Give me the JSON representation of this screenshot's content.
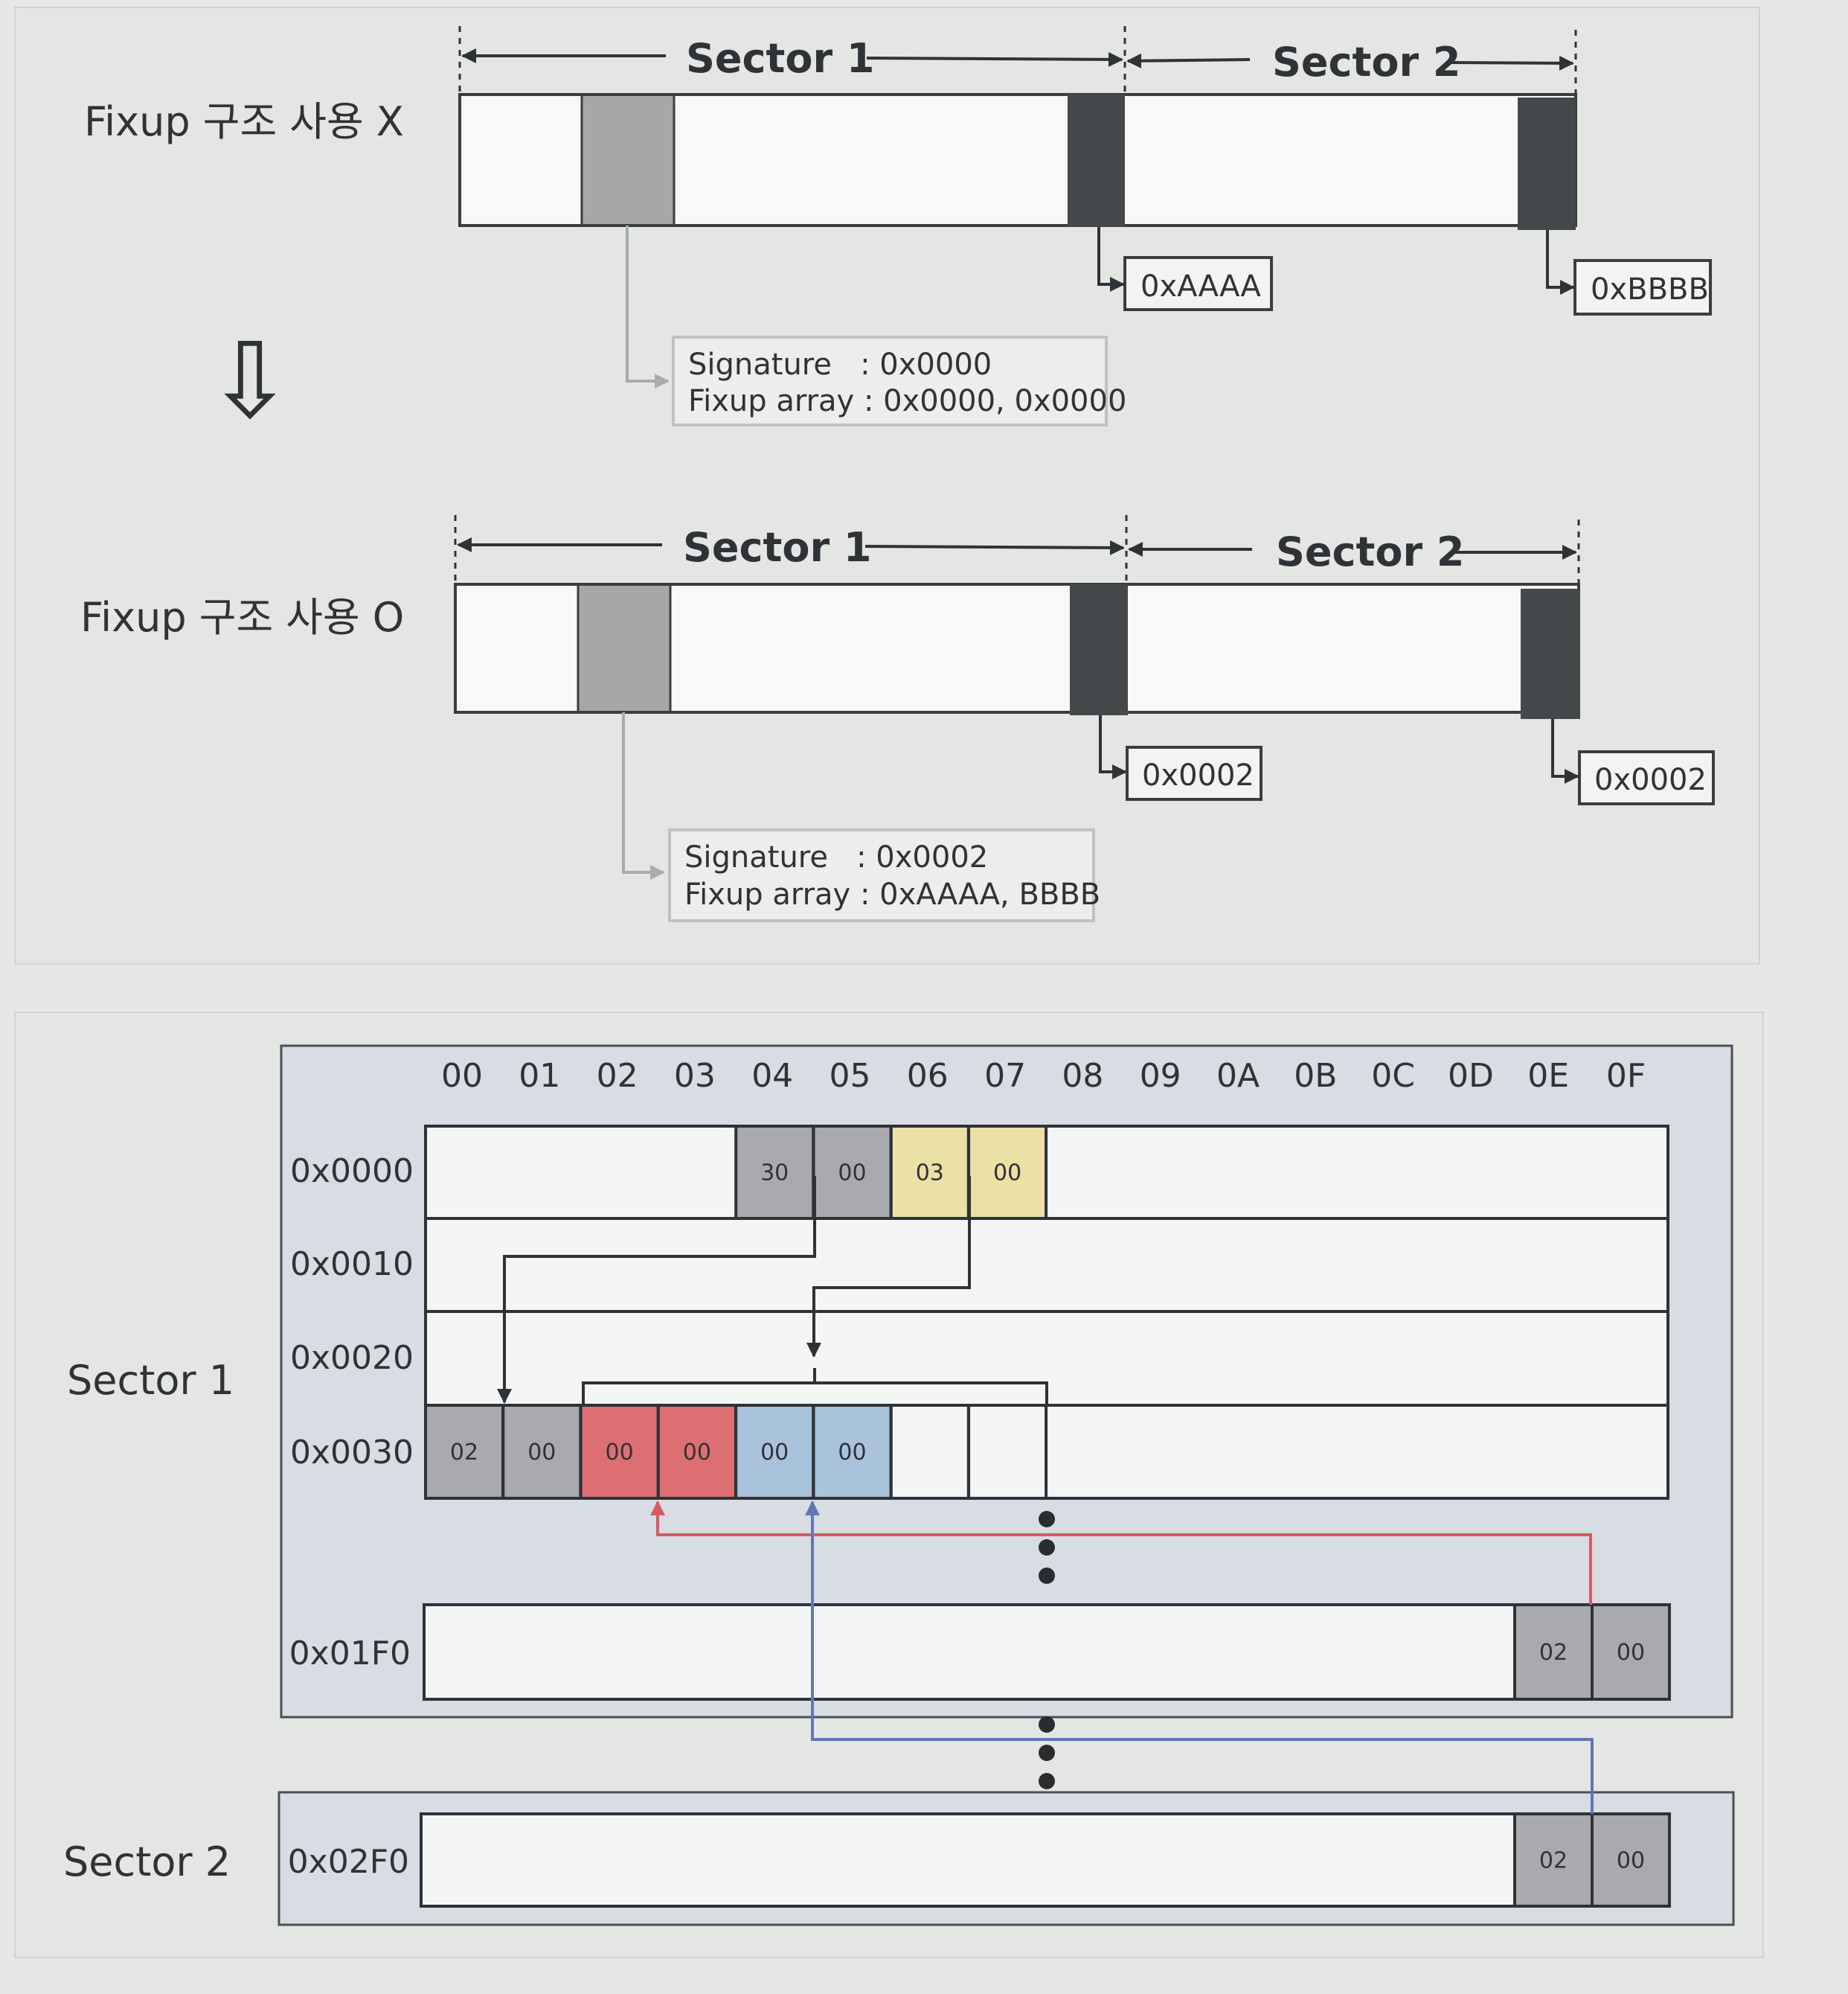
{
  "top": {
    "before": {
      "title": "Fixup 구조 사용 X",
      "sector1": "Sector 1",
      "sector2": "Sector 2",
      "end1": "0xAAAA",
      "end2": "0xBBBB",
      "sig_line": "Signature   : 0x0000",
      "fix_line": "Fixup array : 0x0000, 0x0000"
    },
    "after": {
      "title": "Fixup 구조 사용 O",
      "sector1": "Sector 1",
      "sector2": "Sector 2",
      "end1": "0x0002",
      "end2": "0x0002",
      "sig_line": "Signature   : 0x0002",
      "fix_line": "Fixup array : 0xAAAA, BBBB"
    },
    "arrow_glyph": "⇩"
  },
  "hex": {
    "sector1_label": "Sector 1",
    "sector2_label": "Sector 2",
    "columns": [
      "00",
      "01",
      "02",
      "03",
      "04",
      "05",
      "06",
      "07",
      "08",
      "09",
      "0A",
      "0B",
      "0C",
      "0D",
      "0E",
      "0F"
    ],
    "rows": [
      "0x0000",
      "0x0010",
      "0x0020",
      "0x0030",
      "0x01F0",
      "0x02F0"
    ],
    "row0000": [
      {
        "col": 4,
        "value": "30",
        "color": "gray"
      },
      {
        "col": 5,
        "value": "00",
        "color": "gray"
      },
      {
        "col": 6,
        "value": "03",
        "color": "yellow"
      },
      {
        "col": 7,
        "value": "00",
        "color": "yellow"
      }
    ],
    "row0030": [
      {
        "col": 0,
        "value": "02",
        "color": "gray"
      },
      {
        "col": 1,
        "value": "00",
        "color": "gray"
      },
      {
        "col": 2,
        "value": "00",
        "color": "red"
      },
      {
        "col": 3,
        "value": "00",
        "color": "red"
      },
      {
        "col": 4,
        "value": "00",
        "color": "blue"
      },
      {
        "col": 5,
        "value": "00",
        "color": "blue"
      },
      {
        "col": 6,
        "value": "",
        "color": "white"
      },
      {
        "col": 7,
        "value": "",
        "color": "white"
      }
    ],
    "row01F0": [
      {
        "col": 14,
        "value": "02",
        "color": "gray"
      },
      {
        "col": 15,
        "value": "00",
        "color": "gray"
      }
    ],
    "row02F0": [
      {
        "col": 14,
        "value": "02",
        "color": "gray"
      },
      {
        "col": 15,
        "value": "00",
        "color": "gray"
      }
    ],
    "colors": {
      "gray": "#a9aaae",
      "yellow": "#ebe1a6",
      "red": "#dd6f72",
      "blue": "#a9c3dd",
      "white": "#f4f6f6",
      "red_line": "#d95a63",
      "blue_line": "#6277b4"
    }
  }
}
